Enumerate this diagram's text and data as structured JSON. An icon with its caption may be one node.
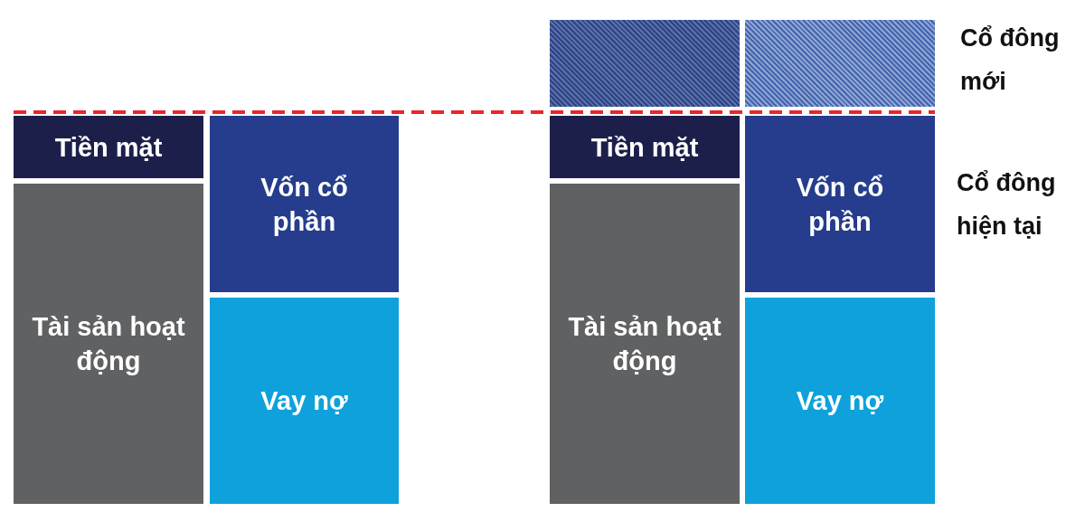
{
  "diagram": {
    "nodes": [
      {
        "text": [],
        "shape": "box"
      },
      {
        "text": [],
        "shape": "box"
      },
      {
        "text": [
          "Tiền mặt"
        ]
      },
      {
        "text": [
          "Vốn cổ phần"
        ]
      },
      {
        "text": [
          "Tài sản hoạt động"
        ]
      },
      {
        "text": [
          "Vay nợ"
        ]
      },
      {
        "text": [
          "Tiền mặt"
        ]
      },
      {
        "text": [
          "Vốn cổ phần"
        ]
      },
      {
        "text": [
          "Tài sản hoạt động"
        ]
      },
      {
        "text": [
          "Vay nợ"
        ]
      }
    ],
    "edges": [],
    "labels": [
      "Cổ đông mới",
      "Cổ đông hiện tại"
    ]
  }
}
